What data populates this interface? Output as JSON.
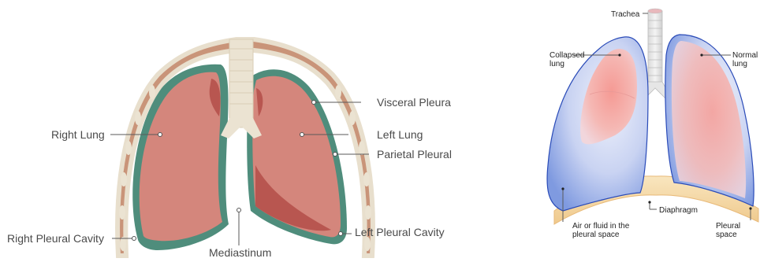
{
  "left_diagram": {
    "labels": {
      "visceral_pleura": "Visceral Pleura",
      "right_lung": "Right Lung",
      "left_lung": "Left Lung",
      "parietal_pleural": "Parietal Pleural",
      "right_pleural_cavity": "Right Pleural Cavity",
      "left_pleural_cavity": "Left Pleural Cavity",
      "mediastinum": "Mediastinum"
    },
    "colors": {
      "lung": "#d4867c",
      "lung_shadow": "#b85650",
      "pleura": "#4f8d7c",
      "bone": "#e8dfcd",
      "muscle": "#c99479"
    }
  },
  "right_diagram": {
    "labels": {
      "trachea": "Trachea",
      "collapsed_lung_1": "Collapsed",
      "collapsed_lung_2": "lung",
      "normal_lung_1": "Normal",
      "normal_lung_2": "lung",
      "diaphragm": "Diaphragm",
      "air_fluid_1": "Air or fluid in the",
      "air_fluid_2": "pleural space",
      "pleural_space_1": "Pleural",
      "pleural_space_2": "space"
    },
    "colors": {
      "pleural_blue": "#8fa8e8",
      "lung_pink": "#f1a9a8",
      "diaphragm": "#f6d9a8"
    }
  }
}
